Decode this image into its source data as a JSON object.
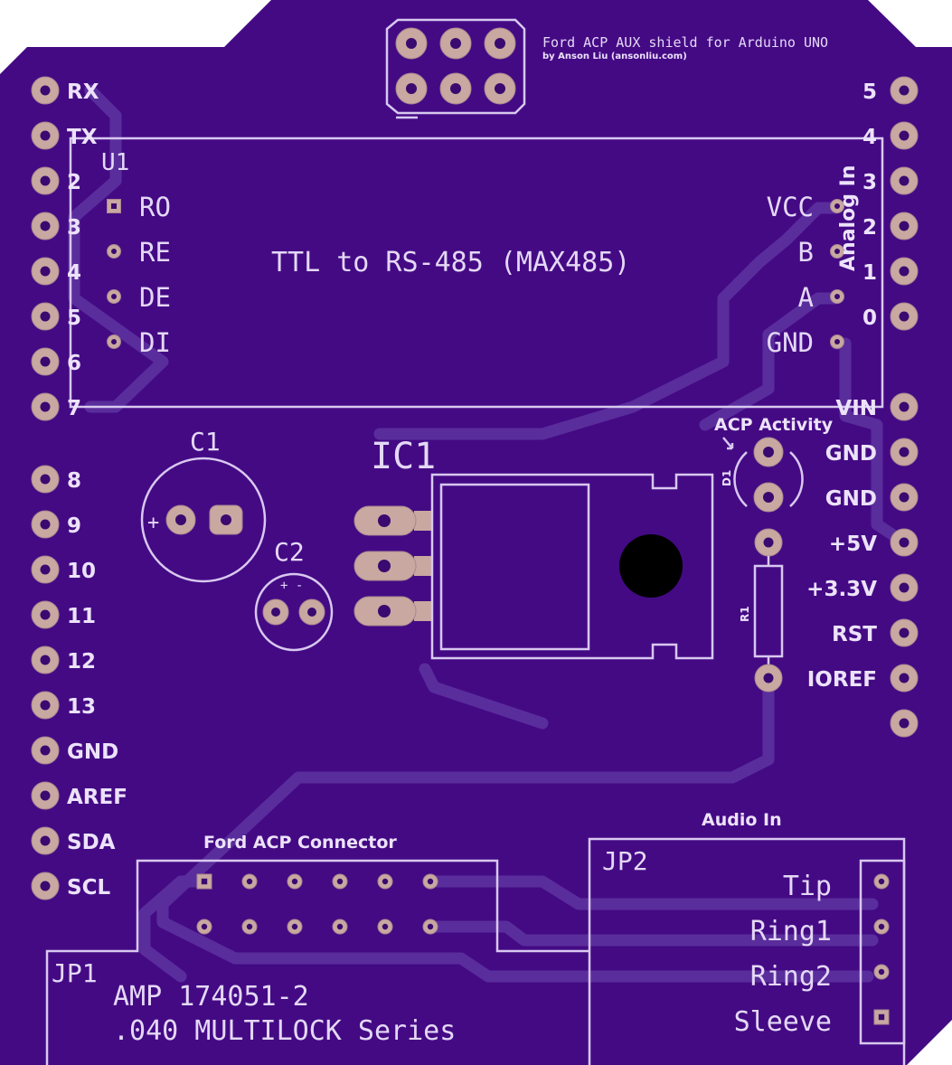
{
  "board": {
    "title": "Ford ACP AUX shield for Arduino UNO",
    "author": "by Anson Liu (ansonliu.com)",
    "colors": {
      "board": "#440a84",
      "silk": "#d8c8f0",
      "pad": "#c8a8a0",
      "trace": "#5a2d9c"
    }
  },
  "left_header": {
    "top": [
      "RX",
      "TX",
      "2",
      "3",
      "4",
      "5",
      "6",
      "7"
    ],
    "bottom": [
      "8",
      "9",
      "10",
      "11",
      "12",
      "13",
      "GND",
      "AREF",
      "SDA",
      "SCL"
    ]
  },
  "right_header": {
    "analog_label": "Analog In",
    "analog": [
      "5",
      "4",
      "3",
      "2",
      "1",
      "0"
    ],
    "power": [
      "VIN",
      "GND",
      "GND",
      "+5V",
      "+3.3V",
      "RST",
      "IOREF"
    ]
  },
  "u1": {
    "ref": "U1",
    "desc": "TTL to RS-485 (MAX485)",
    "left_pins": [
      "RO",
      "RE",
      "DE",
      "DI"
    ],
    "right_pins": [
      "VCC",
      "B",
      "A",
      "GND"
    ]
  },
  "c1": {
    "ref": "C1",
    "plus": "+"
  },
  "c2": {
    "ref": "C2",
    "polarity": "+ -"
  },
  "ic1": {
    "ref": "IC1"
  },
  "led": {
    "ref": "D1",
    "label": "ACP Activity"
  },
  "r1": {
    "ref": "R1"
  },
  "jp1": {
    "ref": "JP1",
    "title": "Ford ACP Connector",
    "line1": "AMP 174051-2",
    "line2": ".040 MULTILOCK Series"
  },
  "jp2": {
    "ref": "JP2",
    "title": "Audio In",
    "pins": [
      "Tip",
      "Ring1",
      "Ring2",
      "Sleeve"
    ]
  }
}
